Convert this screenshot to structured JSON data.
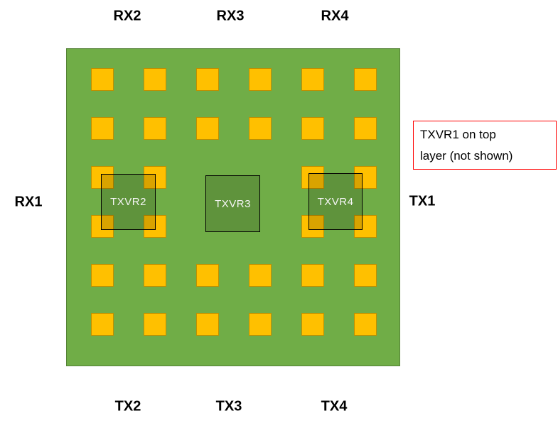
{
  "colors": {
    "board_green": "#70AD47",
    "board_border": "#538135",
    "patch_orange": "#FFC000",
    "patch_border": "#BF9000",
    "callout_red": "#FF0000",
    "txvr_text": "#F5F5F5",
    "label_text": "#000000"
  },
  "board": {
    "grid": {
      "rows": 6,
      "cols": 6,
      "missing_cells": [
        [
          2,
          2
        ],
        [
          2,
          3
        ],
        [
          3,
          2
        ],
        [
          3,
          3
        ]
      ],
      "patch_count": 32
    }
  },
  "txvr_boxes": [
    {
      "label": "TXVR2"
    },
    {
      "label": "TXVR3"
    },
    {
      "label": "TXVR4"
    }
  ],
  "labels": {
    "top": [
      "RX2",
      "RX3",
      "RX4"
    ],
    "bottom": [
      "TX2",
      "TX3",
      "TX4"
    ],
    "left": "RX1",
    "right": "TX1"
  },
  "callout": {
    "lines": [
      "TXVR1 on top",
      "layer (not shown)"
    ]
  }
}
